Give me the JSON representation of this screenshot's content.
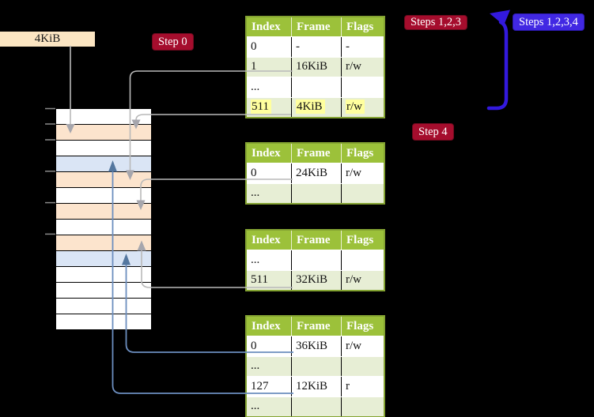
{
  "legend": {
    "label": "4KiB"
  },
  "badges": [
    {
      "id": "step0",
      "label": "Step 0",
      "style": "red"
    },
    {
      "id": "steps123",
      "label": "Steps 1,2,3",
      "style": "red"
    },
    {
      "id": "steps1234",
      "label": "Steps 1,2,3,4",
      "style": "blue"
    },
    {
      "id": "step4",
      "label": "Step 4",
      "style": "red"
    }
  ],
  "page_tables": [
    {
      "name": "page-table-1",
      "columns": [
        "Index",
        "Frame",
        "Flags"
      ],
      "rows": [
        {
          "cells": [
            "0",
            "-",
            "-"
          ],
          "highlighted": false
        },
        {
          "cells": [
            "1",
            "16KiB",
            "r/w"
          ],
          "highlighted": false
        },
        {
          "cells": [
            "...",
            "",
            ""
          ],
          "highlighted": false
        },
        {
          "cells": [
            "511",
            "4KiB",
            "r/w"
          ],
          "highlighted": true
        }
      ]
    },
    {
      "name": "page-table-2",
      "columns": [
        "Index",
        "Frame",
        "Flags"
      ],
      "rows": [
        {
          "cells": [
            "0",
            "24KiB",
            "r/w"
          ],
          "highlighted": false
        },
        {
          "cells": [
            "...",
            "",
            ""
          ],
          "highlighted": false
        }
      ]
    },
    {
      "name": "page-table-3",
      "columns": [
        "Index",
        "Frame",
        "Flags"
      ],
      "rows": [
        {
          "cells": [
            "...",
            "",
            ""
          ],
          "highlighted": false
        },
        {
          "cells": [
            "511",
            "32KiB",
            "r/w"
          ],
          "highlighted": false
        }
      ]
    },
    {
      "name": "page-table-4",
      "columns": [
        "Index",
        "Frame",
        "Flags"
      ],
      "rows": [
        {
          "cells": [
            "0",
            "36KiB",
            "r/w"
          ],
          "highlighted": false
        },
        {
          "cells": [
            "...",
            "",
            ""
          ],
          "highlighted": false
        },
        {
          "cells": [
            "127",
            "12KiB",
            "r"
          ],
          "highlighted": false
        },
        {
          "cells": [
            "...",
            "",
            ""
          ],
          "highlighted": false
        }
      ]
    }
  ],
  "memory_column": {
    "rows": [
      "white",
      "orange",
      "white",
      "blue",
      "orange",
      "white",
      "orange",
      "white",
      "orange",
      "blue",
      "white",
      "white",
      "white",
      "white"
    ]
  },
  "colors": {
    "background": "#000000",
    "badge_red": "#a50d2d",
    "badge_blue": "#4128e3",
    "table_header_green": "#9cc13a",
    "table_row_green": "#e7eed5",
    "table_border_olive": "#84a332",
    "highlight_yellow": "#ffff9e",
    "memory_orange": "#fce4cd",
    "memory_blue": "#dae5f5",
    "legend_tan": "#fbe5c2",
    "connector_gray": "#b9b9b9",
    "connector_blue": "#6c8ebf",
    "big_arrow_blue": "#3319dd"
  }
}
